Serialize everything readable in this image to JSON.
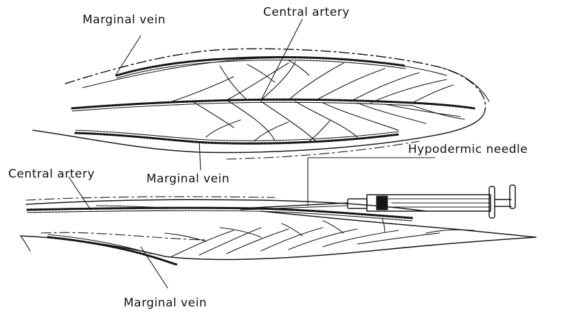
{
  "labels": {
    "upper_marginal_vein_top": "Marginal vein",
    "upper_central_artery": "Central artery",
    "upper_marginal_vein_bottom": "Marginal vein",
    "needle": "Hypodermic needle",
    "lower_central_artery": "Central artery",
    "lower_marginal_vein": "Marginal vein"
  },
  "colors": {
    "ink": "#151515",
    "background": "#ffffff"
  }
}
